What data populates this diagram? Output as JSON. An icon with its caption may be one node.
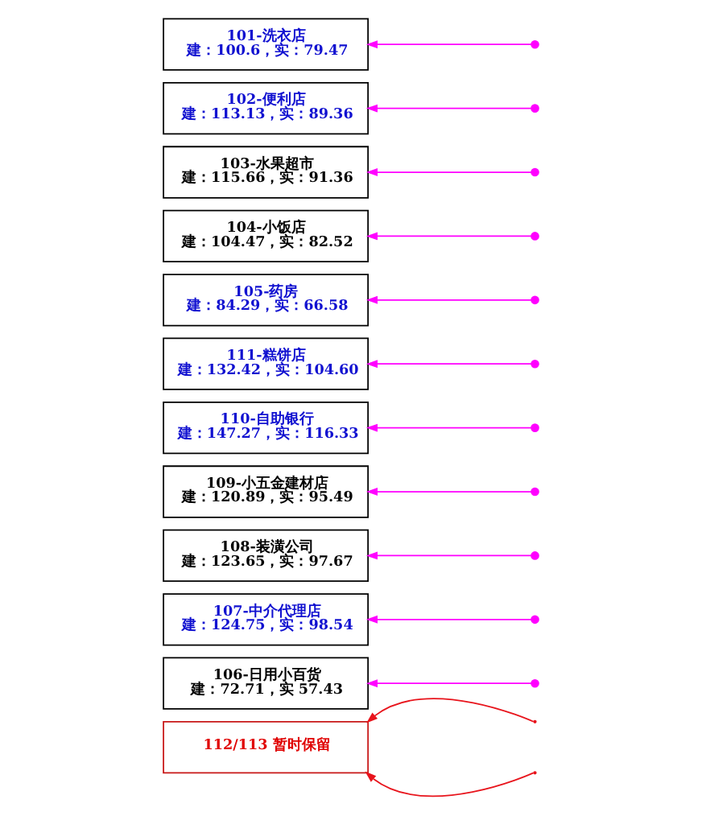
{
  "diagram": {
    "nodes": [
      {
        "text": [
          "101-洗衣店",
          "建：100.6，实：79.47"
        ]
      },
      {
        "text": [
          "102-便利店",
          "建：113.13，实：89.36"
        ]
      },
      {
        "text": [
          "103-水果超市",
          "建：115.66，实：91.36"
        ]
      },
      {
        "text": [
          "104-小饭店",
          "建：104.47，实：82.52"
        ]
      },
      {
        "text": [
          "105-药房",
          "建：84.29，实：66.58"
        ]
      },
      {
        "text": [
          "111-糕饼店",
          "建：132.42，实：104.60"
        ]
      },
      {
        "text": [
          "110-自助银行",
          "建：147.27，实：116.33"
        ]
      },
      {
        "text": [
          "109-小五金建材店",
          "建：120.89，实：95.49"
        ]
      },
      {
        "text": [
          "108-装潢公司",
          "建：123.65，实：97.67"
        ]
      },
      {
        "text": [
          "107-中介代理店",
          "建：124.75，实：98.54"
        ]
      },
      {
        "text": [
          "106-日用小百货",
          "建：72.71，实 57.43"
        ]
      },
      {
        "text": [
          "112/113 暂时保留"
        ]
      }
    ],
    "edges": [
      {
        "from": null,
        "to": 0,
        "arrow": "to"
      },
      {
        "from": null,
        "to": 1,
        "arrow": "to"
      },
      {
        "from": null,
        "to": 2,
        "arrow": "to"
      },
      {
        "from": null,
        "to": 3,
        "arrow": "to"
      },
      {
        "from": null,
        "to": 4,
        "arrow": "to"
      },
      {
        "from": null,
        "to": 5,
        "arrow": "to"
      },
      {
        "from": null,
        "to": 6,
        "arrow": "to"
      },
      {
        "from": null,
        "to": 7,
        "arrow": "to"
      },
      {
        "from": null,
        "to": 8,
        "arrow": "to"
      },
      {
        "from": null,
        "to": 9,
        "arrow": "to"
      },
      {
        "from": null,
        "to": 10,
        "arrow": "to"
      },
      {
        "from": null,
        "to": 11,
        "arrow": "to",
        "color": "#e8141c"
      },
      {
        "from": null,
        "to": 11,
        "arrow": "to",
        "color": "#e8141c"
      }
    ]
  }
}
